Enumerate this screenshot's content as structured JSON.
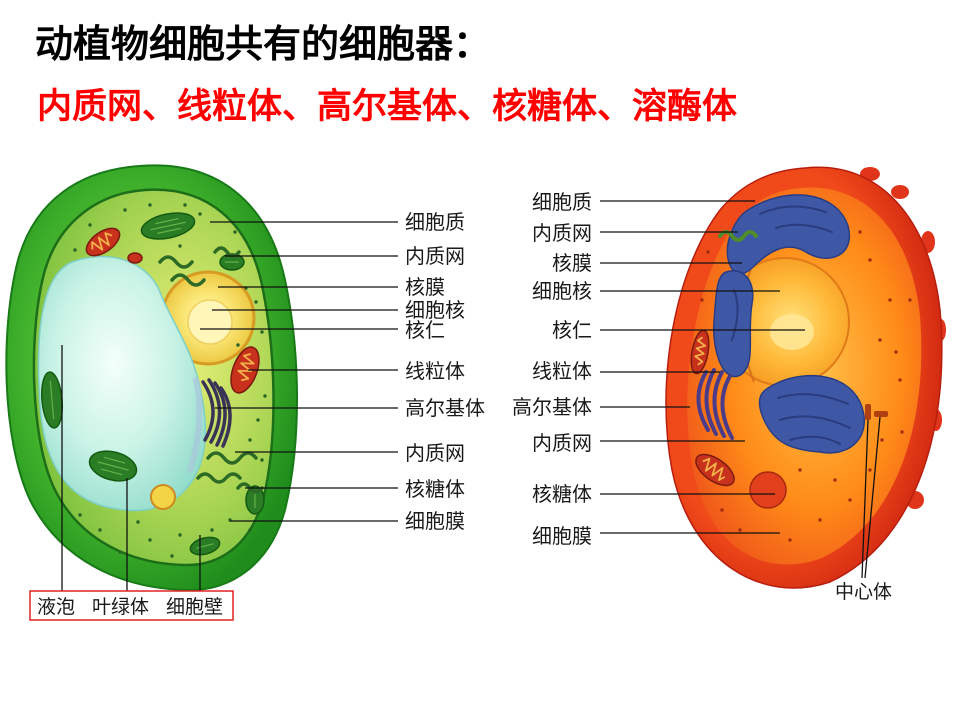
{
  "title": "动植物细胞共有的细胞器：",
  "subtitle": "内质网、线粒体、高尔基体、核糖体、溶酶体",
  "plant_cell": {
    "labels": [
      "细胞质",
      "内质网",
      "核膜",
      "细胞核",
      "核仁",
      "线粒体",
      "高尔基体",
      "内质网",
      "核糖体",
      "细胞膜"
    ],
    "bottom_labels": [
      "液泡",
      "叶绿体",
      "细胞壁"
    ]
  },
  "animal_cell": {
    "labels": [
      "细胞质",
      "内质网",
      "核膜",
      "细胞核",
      "核仁",
      "线粒体",
      "高尔基体",
      "内质网",
      "核糖体",
      "细胞膜"
    ],
    "centrosome_label": "中心体"
  },
  "colors": {
    "title": "#000000",
    "subtitle": "#ff0000",
    "label_box_border": "#e02424",
    "plant_cell_green": "#3cae2a",
    "animal_cell_orange": "#ff8c18"
  }
}
